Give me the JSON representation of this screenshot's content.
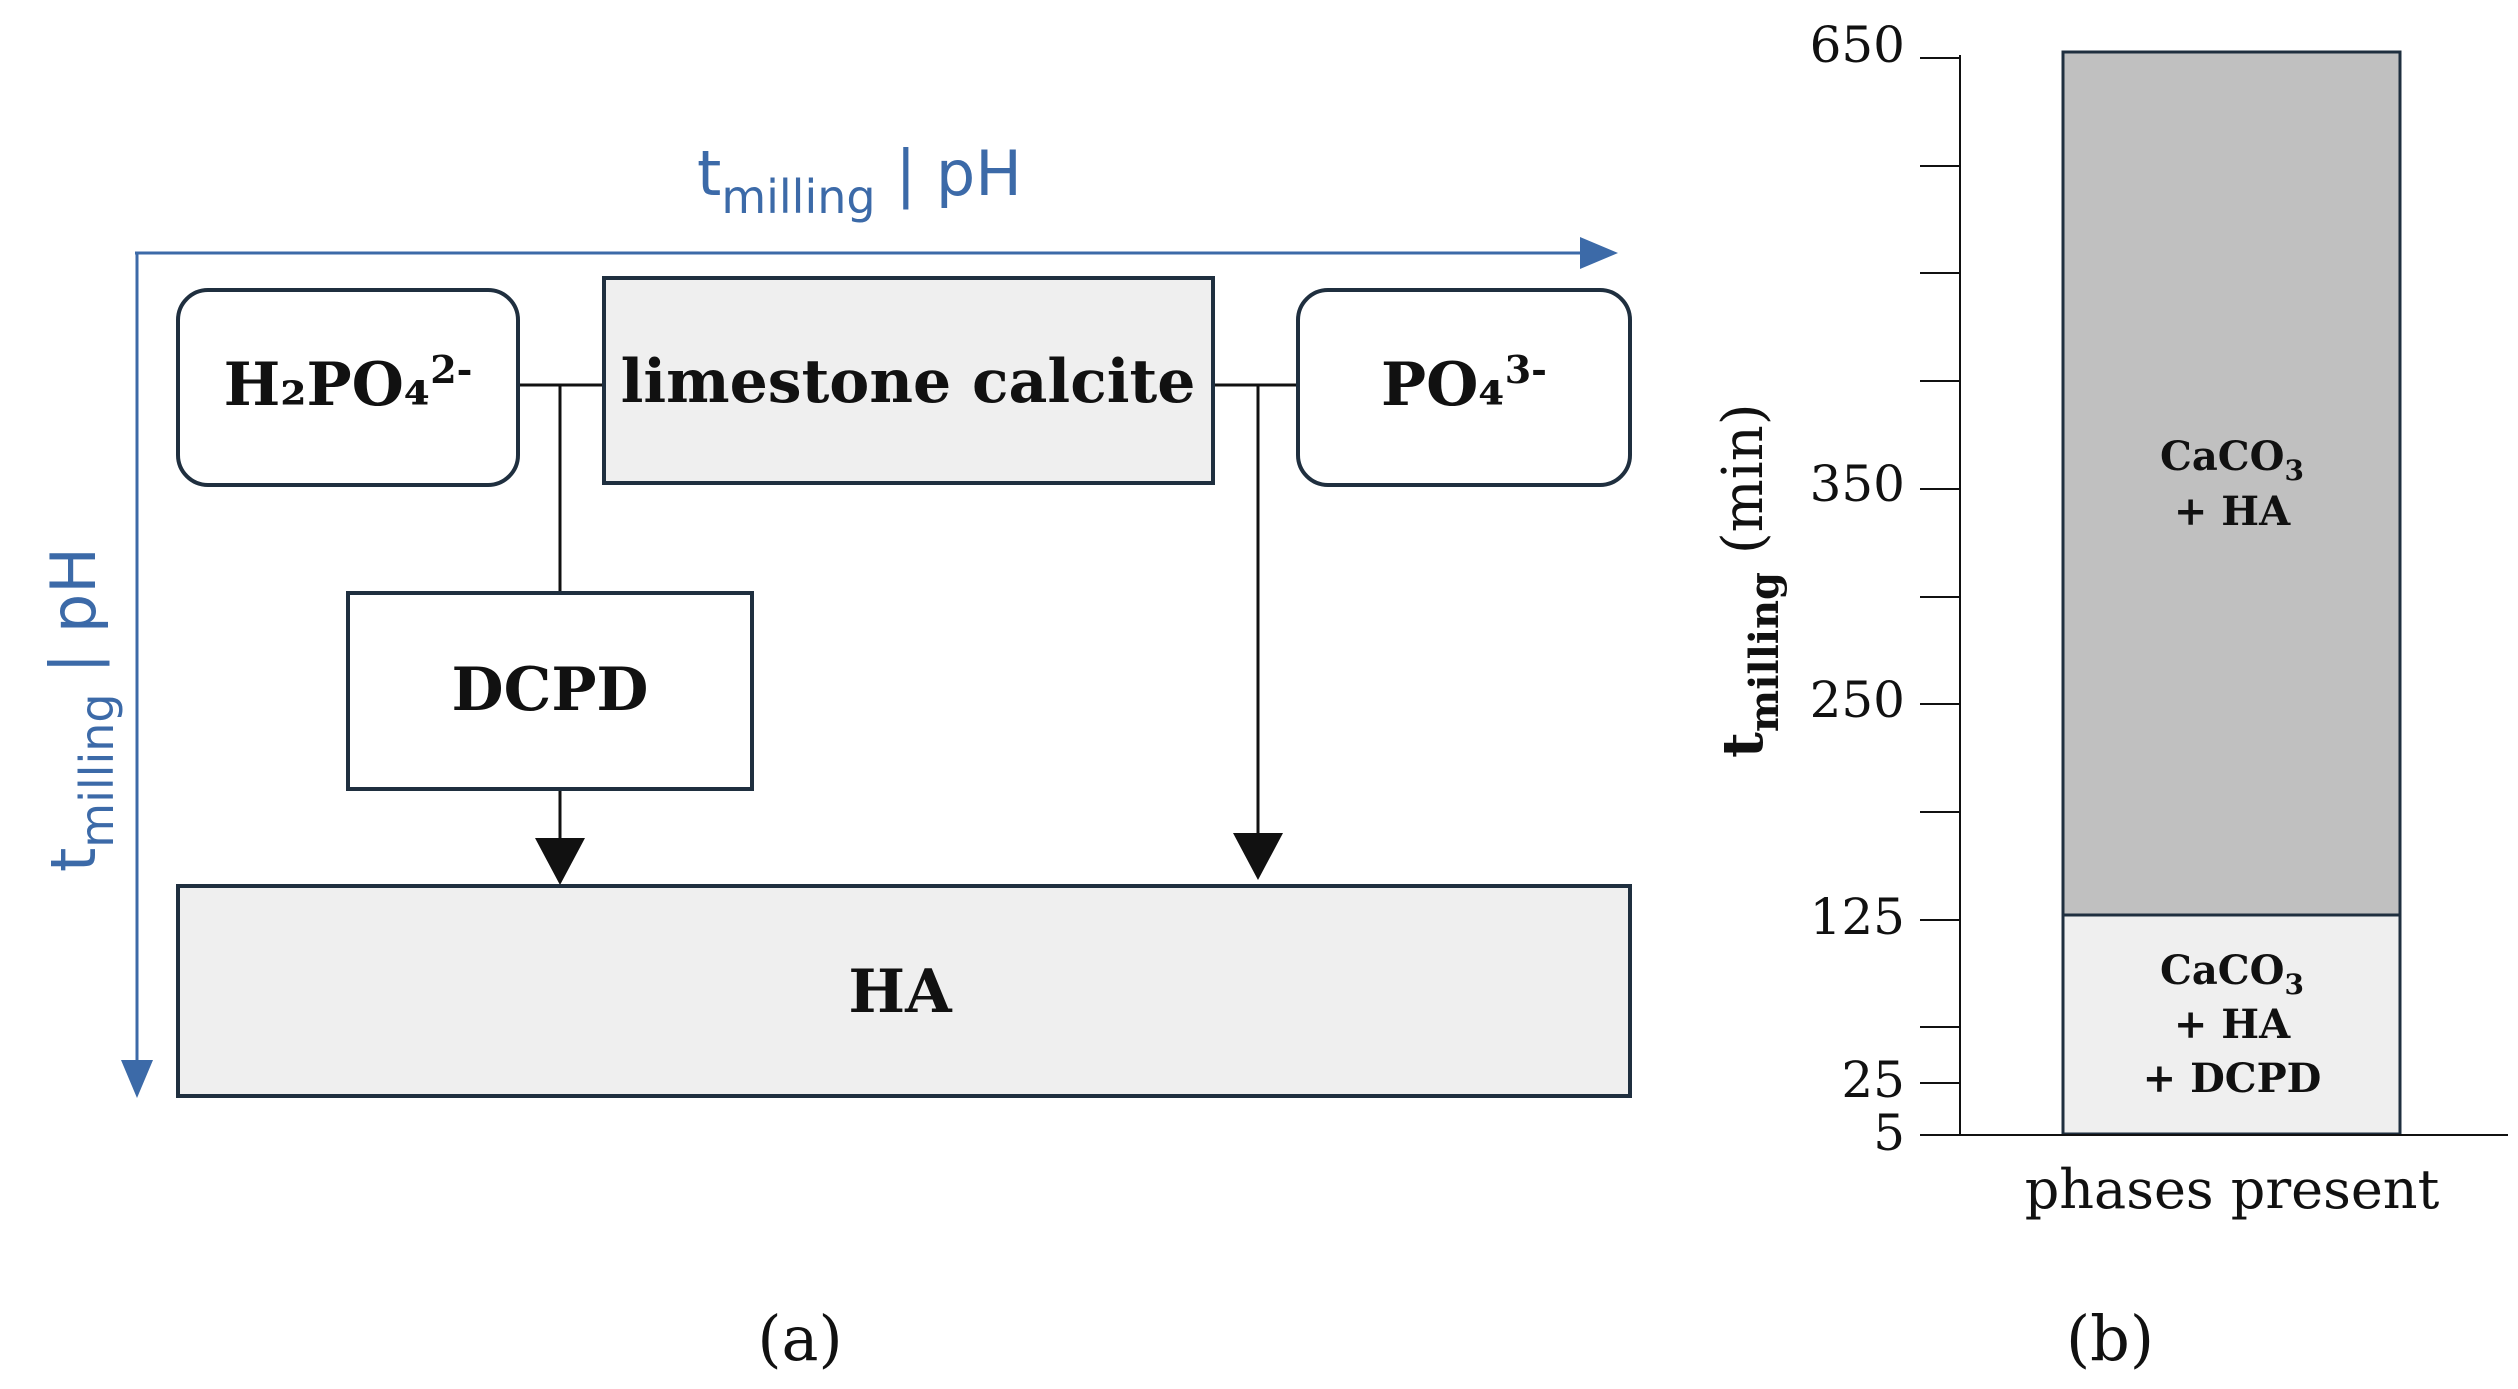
{
  "panel_a": {
    "top_axis_label": {
      "main": "t",
      "sub": "milling",
      "suffix": " | pH"
    },
    "left_axis_label": {
      "main": "t",
      "sub": "milling",
      "suffix": " | pH"
    },
    "boxes": {
      "h2po4": {
        "text": "H₂PO₄",
        "sup": "2-"
      },
      "limestone": {
        "text": "limestone calcite"
      },
      "po4": {
        "text": "PO₄",
        "sup": "3-"
      },
      "dcpd": {
        "text": "DCPD"
      },
      "ha": {
        "text": "HA"
      }
    },
    "panel_label": "(a)",
    "colors": {
      "axis": "#3c6aa8",
      "box_fill_grey": "#efefef",
      "box_stroke": "#1f2f3f"
    }
  },
  "panel_b": {
    "ylabel": {
      "main": "t",
      "sub": "milling",
      "suffix": " (min)"
    },
    "xlabel": "phases present",
    "panel_label": "(b)",
    "chart_data": {
      "type": "bar",
      "categories": [
        "phases present"
      ],
      "ylabel": "tmilling (min)",
      "xlabel": "phases present",
      "tick_labels": [
        "650",
        "350",
        "250",
        "125",
        "25",
        "5"
      ],
      "segments": [
        {
          "label_lines": [
            "CaCO3",
            "+ HA",
            "+ DCPD"
          ],
          "from": "5",
          "to": "125",
          "color": "#efefef"
        },
        {
          "label_lines": [
            "CaCO3",
            "+ HA"
          ],
          "from": "125",
          "to": "650",
          "color": "#c0c0c0"
        }
      ]
    },
    "segment_labels": {
      "upper": {
        "line1": "CaCO",
        "line1_sub": "3",
        "line2": "+ HA"
      },
      "lower": {
        "line1": "CaCO",
        "line1_sub": "3",
        "line2": "+ HA",
        "line3": "+ DCPD"
      }
    },
    "colors": {
      "upper": "#c0c0c0",
      "lower": "#efefef"
    }
  }
}
